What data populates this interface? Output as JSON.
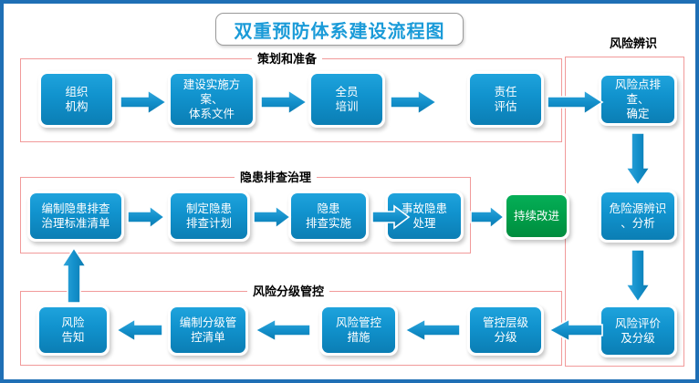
{
  "title": "双重预防体系建设流程图",
  "colors": {
    "frame": "#1F6FB5",
    "panel_border": "#F19A9A",
    "node_blue": "#1193CE",
    "node_green": "#00A14B",
    "title_text": "#1B9BD8",
    "arrow_blue": "#1E92CE"
  },
  "panels": [
    {
      "label": "策划和准备"
    },
    {
      "label": "隐患排查治理"
    },
    {
      "label": "风险分级管控"
    },
    {
      "label": "风险辨识"
    }
  ],
  "nodes": {
    "planning": [
      {
        "label": "组织\n机构"
      },
      {
        "label": "建设实施方案、\n体系文件"
      },
      {
        "label": "全员\n培训"
      },
      {
        "label": "责任\n评估"
      }
    ],
    "hazard": [
      {
        "label": "编制隐患排查\n治理标准清单"
      },
      {
        "label": "制定隐患\n排查计划"
      },
      {
        "label": "隐患\n排查实施"
      },
      {
        "label": "事故隐患\n处理"
      }
    ],
    "improvement": {
      "label": "持续改进"
    },
    "control": [
      {
        "label": "风险\n告知"
      },
      {
        "label": "编制分级管\n控清单"
      },
      {
        "label": "风险管控\n措施"
      },
      {
        "label": "管控层级\n分级"
      }
    ],
    "identification": [
      {
        "label": "风险点排查、\n确定"
      },
      {
        "label": "危险源辨识\n、分析"
      },
      {
        "label": "风险评价\n及分级"
      }
    ]
  },
  "arrows": {
    "right": "arrow-right",
    "left": "arrow-left",
    "up": "arrow-up",
    "down": "arrow-down"
  }
}
